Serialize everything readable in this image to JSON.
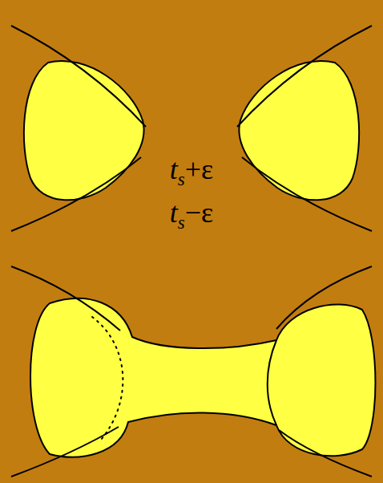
{
  "diagram": {
    "labels": [
      "t",
      "s",
      "+ε",
      "t",
      "s",
      "−ε"
    ]
  }
}
